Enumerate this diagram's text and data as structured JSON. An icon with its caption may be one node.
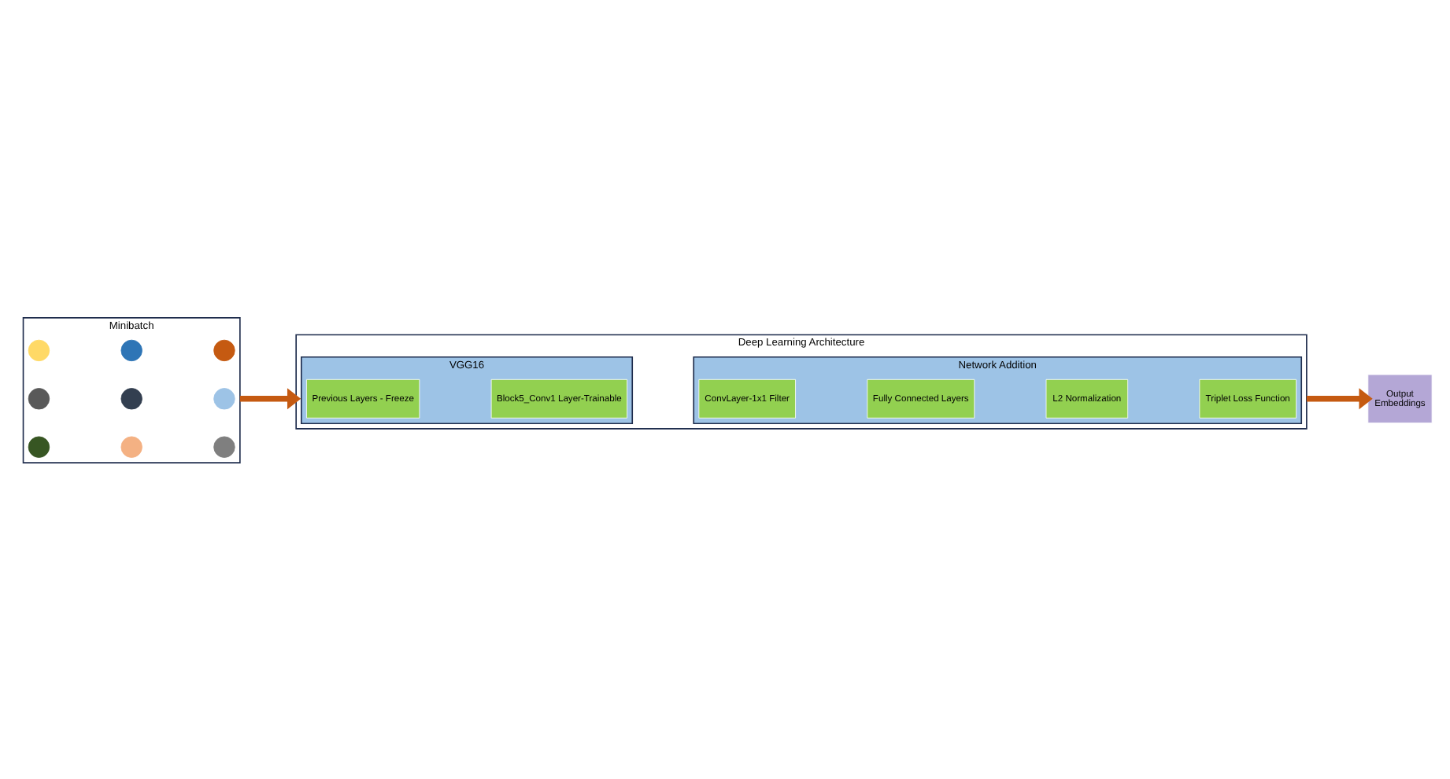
{
  "diagram": {
    "nodes": [
      {
        "text": [
          "Minibatch"
        ]
      },
      {
        "text": [],
        "shape": "circle",
        "in": 0
      },
      {
        "text": [],
        "shape": "circle",
        "in": 0
      },
      {
        "text": [],
        "shape": "circle",
        "in": 0
      },
      {
        "text": [],
        "shape": "circle",
        "in": 0
      },
      {
        "text": [],
        "shape": "circle",
        "in": 0
      },
      {
        "text": [],
        "shape": "circle",
        "in": 0
      },
      {
        "text": [],
        "shape": "circle",
        "in": 0
      },
      {
        "text": [],
        "shape": "circle",
        "in": 0
      },
      {
        "text": [],
        "shape": "circle",
        "in": 0
      },
      {
        "text": [
          "Deep Learning Architecture"
        ]
      },
      {
        "text": [
          "VGG16"
        ],
        "in": 10
      },
      {
        "text": [
          "Previous Layers - Freeze"
        ],
        "in": 11
      },
      {
        "text": [
          "Block5_Conv1 Layer-Trainable"
        ],
        "in": 11
      },
      {
        "text": [
          "Network Addition"
        ],
        "in": 10
      },
      {
        "text": [
          "ConvLayer-1x1 Filter"
        ],
        "in": 14
      },
      {
        "text": [
          "Fully Connected Layers"
        ],
        "in": 14
      },
      {
        "text": [
          "L2 Normalization"
        ],
        "in": 14
      },
      {
        "text": [
          "Triplet Loss Function"
        ],
        "in": 14
      },
      {
        "text": [
          "Output",
          "Embeddings"
        ]
      }
    ],
    "edges": [
      {
        "from": 0,
        "to": 10,
        "arrow": "to"
      },
      {
        "from": 10,
        "to": 19,
        "arrow": "to"
      }
    ]
  }
}
